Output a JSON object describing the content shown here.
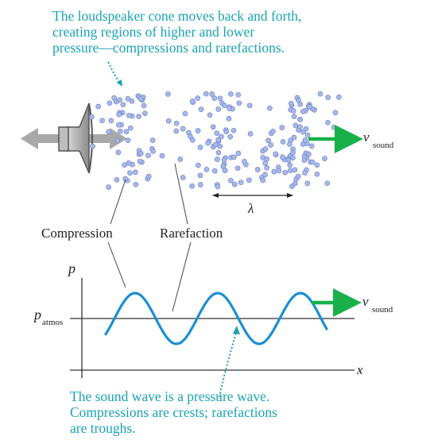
{
  "top_caption": {
    "line1": "The loudspeaker cone moves back and forth,",
    "line2": "creating regions of higher and lower",
    "line3": "pressure—compressions and rarefactions."
  },
  "bottom_caption": {
    "line1": "The sound wave is a pressure wave.",
    "line2": "Compressions are crests; rarefactions",
    "line3": "are troughs."
  },
  "labels": {
    "compression": "Compression",
    "rarefaction": "Rarefaction",
    "wavelength": "λ",
    "velocity_symbol": "v",
    "velocity_subscript": "sound",
    "pressure_axis": "p",
    "atmos_symbol": "p",
    "atmos_subscript": "atmos",
    "position_axis": "x"
  },
  "colors": {
    "caption_teal": "#1aa3b5",
    "molecule_fill": "#a9b8e6",
    "molecule_stroke": "#6f86cf",
    "wave_blue": "#1b8fd1",
    "arrow_green": "#19b04a",
    "speaker_gray": "#9a9a9a"
  }
}
